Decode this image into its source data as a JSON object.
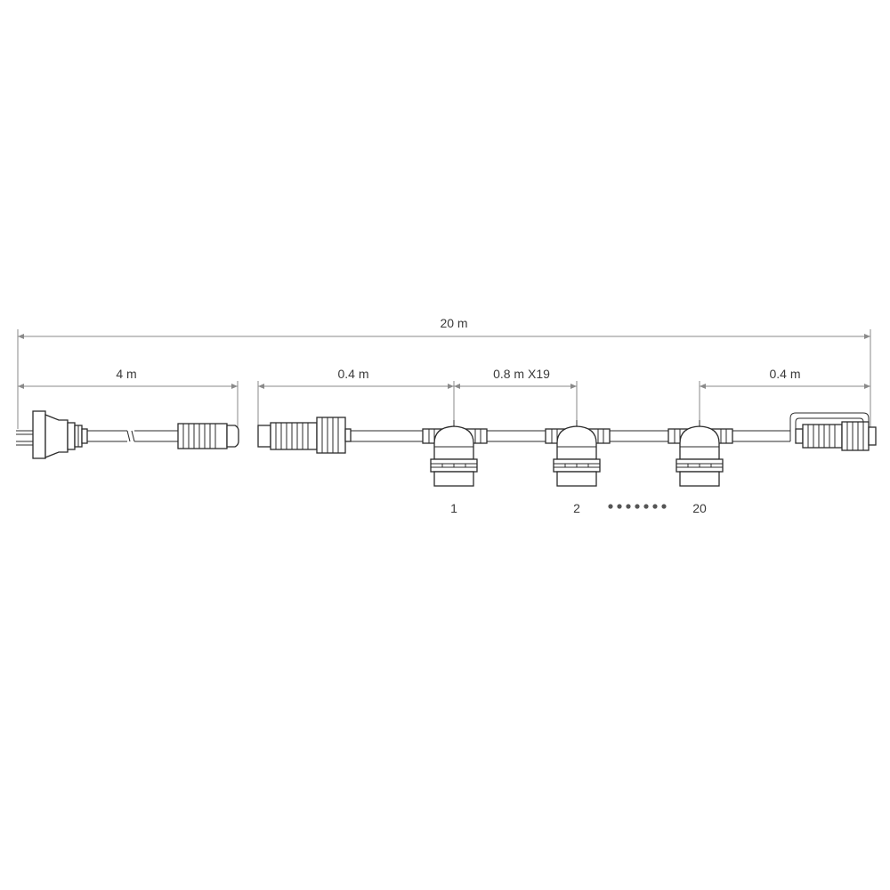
{
  "dimensions": {
    "total": "20 m",
    "lead_cable": "4 m",
    "first_segment": "0.4 m",
    "spacing": "0.8 m X19",
    "last_segment": "0.4 m"
  },
  "socket_numbers": {
    "first": "1",
    "second": "2",
    "last": "20"
  },
  "colors": {
    "line": "#2b2b2b",
    "dimension": "#8a8a8a"
  }
}
